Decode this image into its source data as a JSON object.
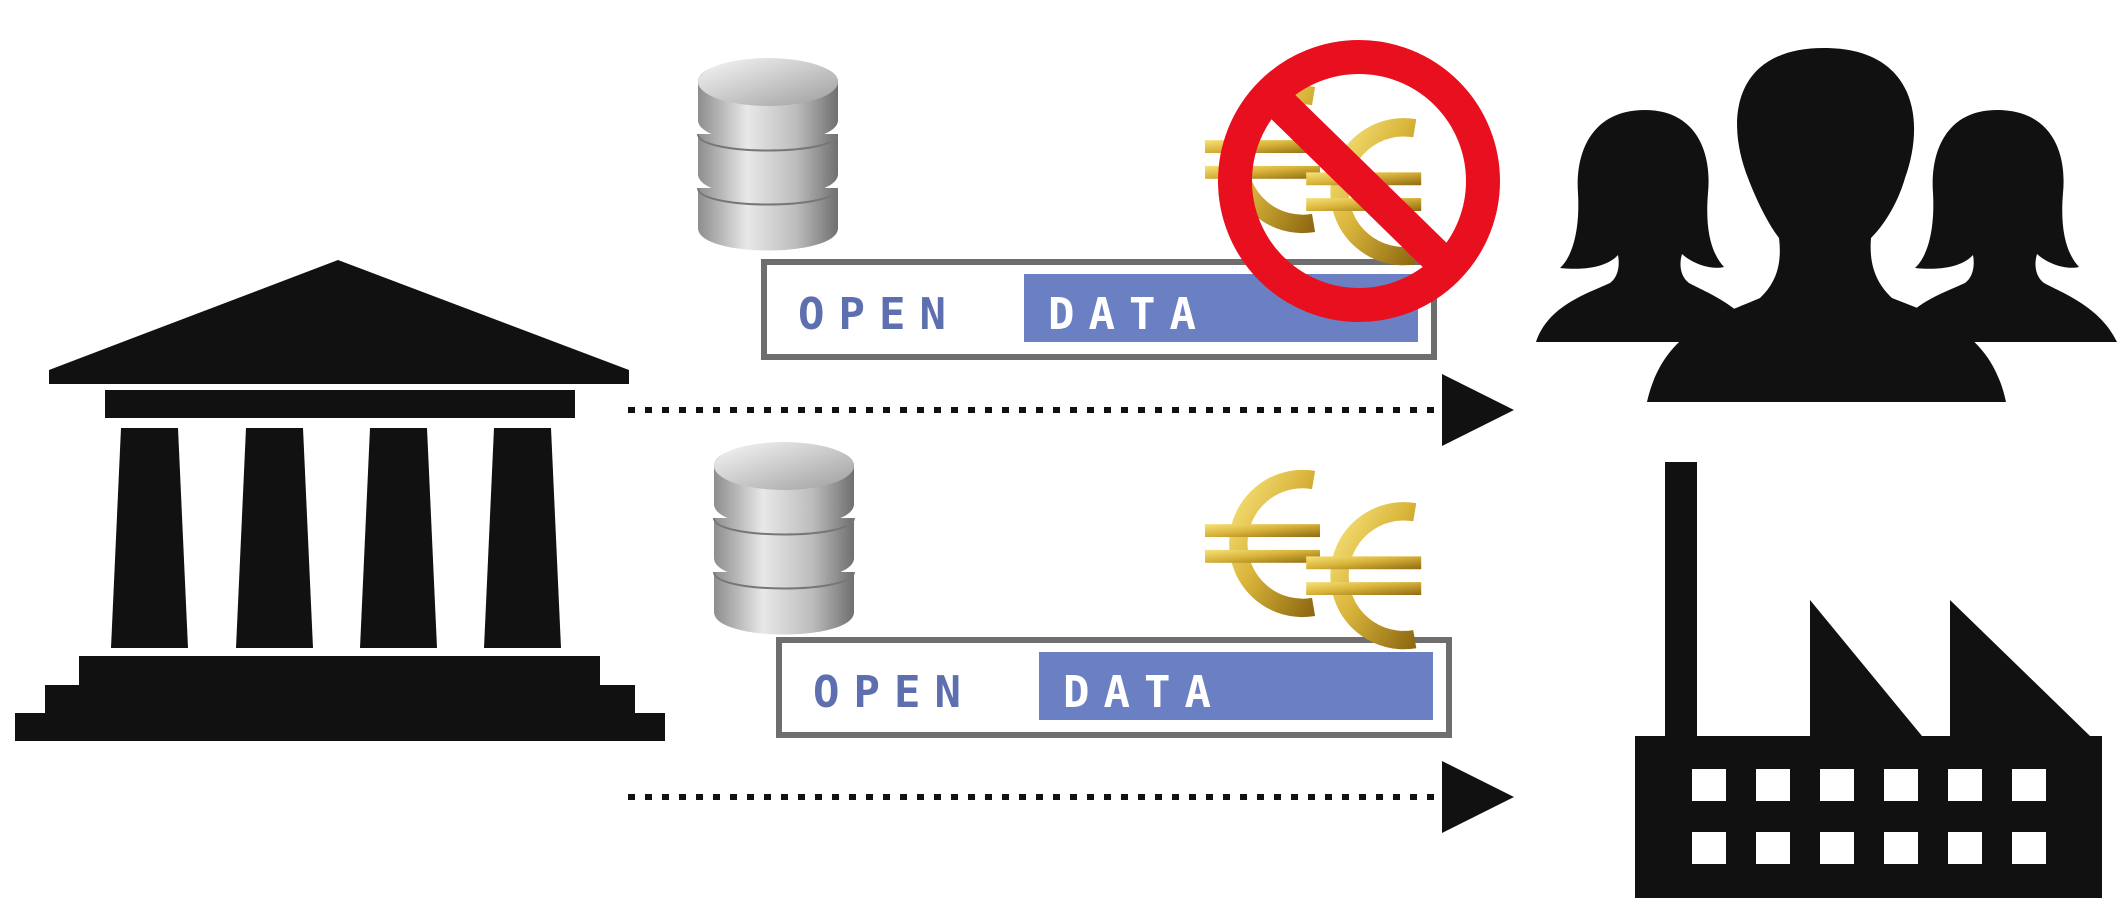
{
  "diagram": {
    "colors": {
      "icon": "#111111",
      "arrow": "#111111",
      "badge_blue": "#6a80c2",
      "badge_border": "#6e6e6e",
      "badge_text_light": "#ffffff",
      "badge_text_dark": "#5d6fae",
      "prohibition_red": "#e8101f",
      "euro_gold": "#d9b43a",
      "database_silver": "#c8c8c8"
    },
    "nodes": {
      "source": {
        "icon": "government-building-icon"
      },
      "target_top": {
        "icon": "people-group-icon"
      },
      "target_bottom": {
        "icon": "factory-icon"
      }
    },
    "flows": [
      {
        "id": "free-open-data",
        "badge": {
          "left_text": "OPEN",
          "right_text": "DATA"
        },
        "icons": [
          "database-icon",
          "euro-coins-icon",
          "no-sign-icon"
        ],
        "arrow_style": "dotted"
      },
      {
        "id": "paid-open-data",
        "badge": {
          "left_text": "OPEN",
          "right_text": "DATA"
        },
        "icons": [
          "database-icon",
          "euro-coins-icon"
        ],
        "arrow_style": "dotted"
      }
    ]
  }
}
